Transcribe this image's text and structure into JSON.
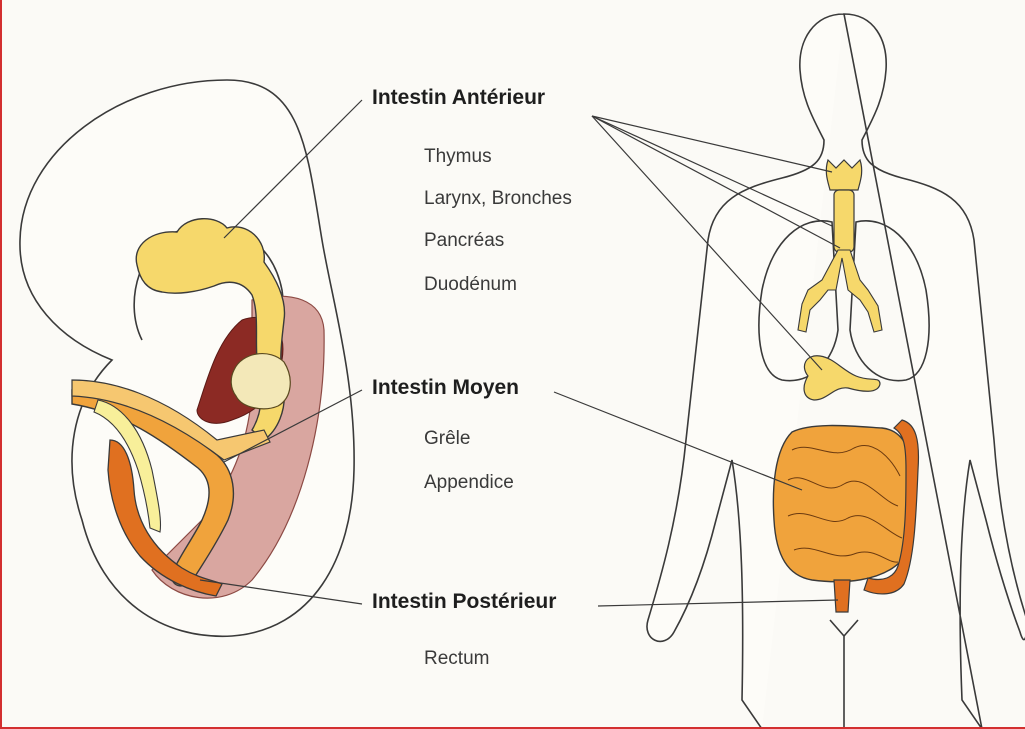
{
  "sections": {
    "anterior": {
      "title": "Intestin Antérieur",
      "items": [
        "Thymus",
        "Larynx, Bronches",
        "Pancréas",
        "Duodénum"
      ]
    },
    "middle": {
      "title": "Intestin Moyen",
      "items": [
        "Grêle",
        "Appendice"
      ]
    },
    "posterior": {
      "title": "Intestin Postérieur",
      "items": [
        "Rectum"
      ]
    }
  },
  "colors": {
    "outline": "#3a3a3a",
    "foregut_yellow": "#f6d86b",
    "midgut_orange": "#f0a33c",
    "hindgut_red_orange": "#e07020",
    "mesentery_pink": "#d9a6a0",
    "mesentery_dark": "#8c2a24",
    "border_red": "#d32f2f"
  }
}
